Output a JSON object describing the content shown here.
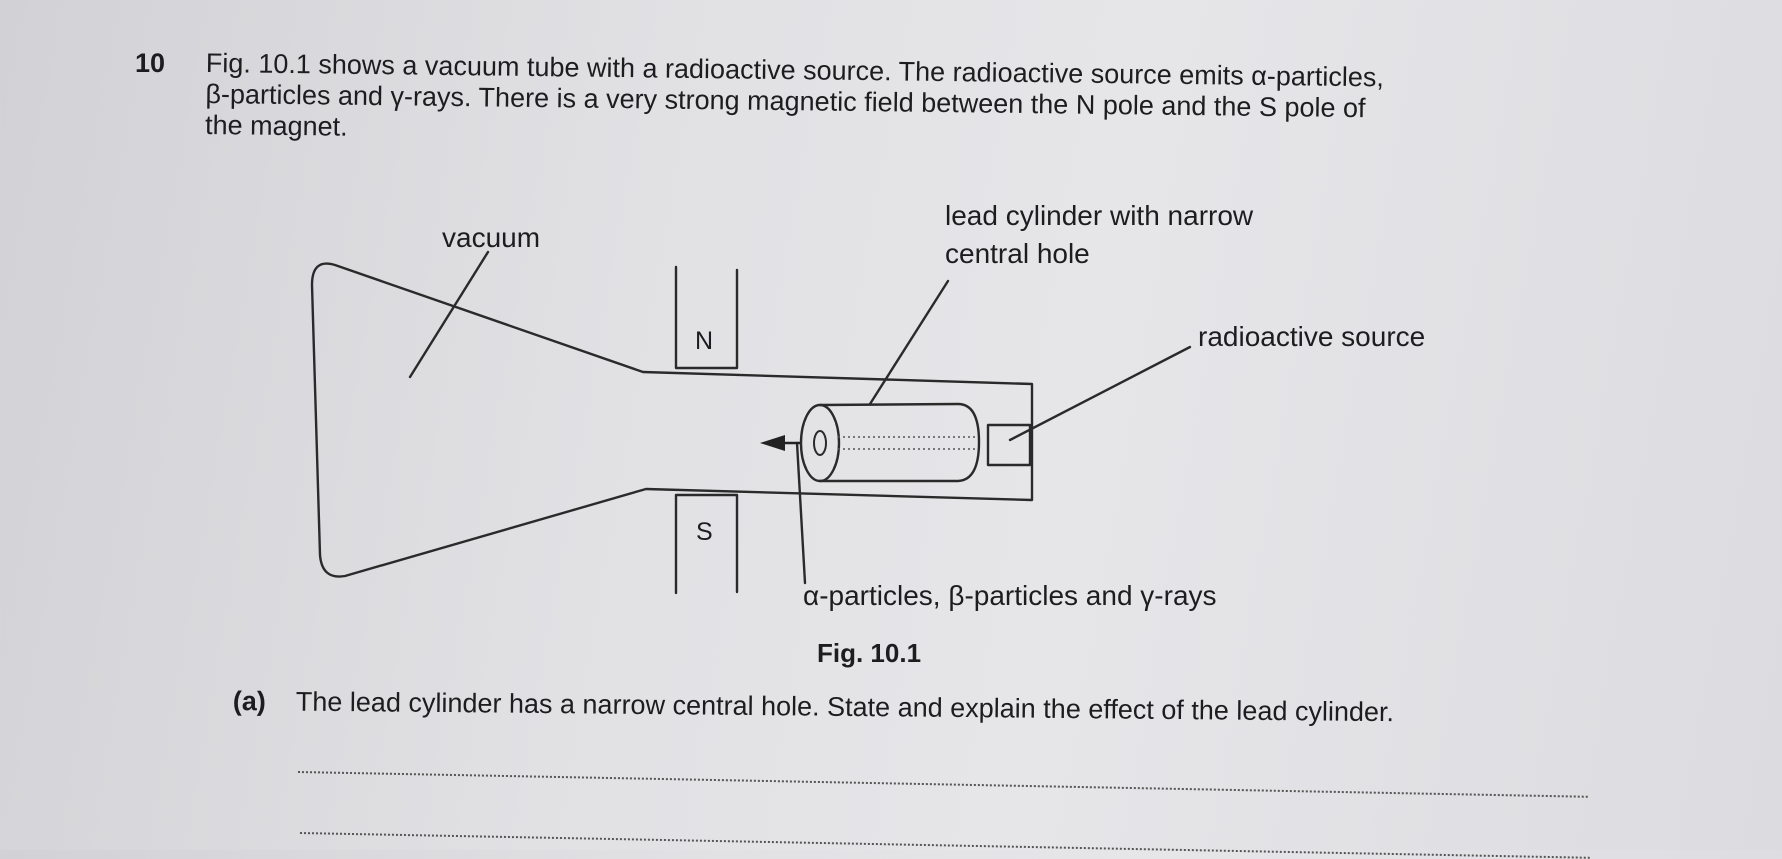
{
  "question": {
    "number": "10",
    "stem_lines": [
      "Fig. 10.1 shows a vacuum tube with a radioactive source. The radioactive source emits α-particles,",
      "β-particles and γ-rays. There is a very strong magnetic field between the N pole and the S pole of",
      "the magnet."
    ]
  },
  "figure": {
    "labels": {
      "vacuum": "vacuum",
      "lead_cylinder_line1": "lead cylinder with narrow",
      "lead_cylinder_line2": "central hole",
      "radioactive_source": "radioactive source",
      "north_pole": "N",
      "south_pole": "S",
      "emissions": "α-particles, β-particles and γ-rays"
    },
    "caption": "Fig. 10.1"
  },
  "part_a": {
    "label": "(a)",
    "text": "The lead cylinder has a narrow central hole. State and explain the effect of the lead cylinder."
  }
}
